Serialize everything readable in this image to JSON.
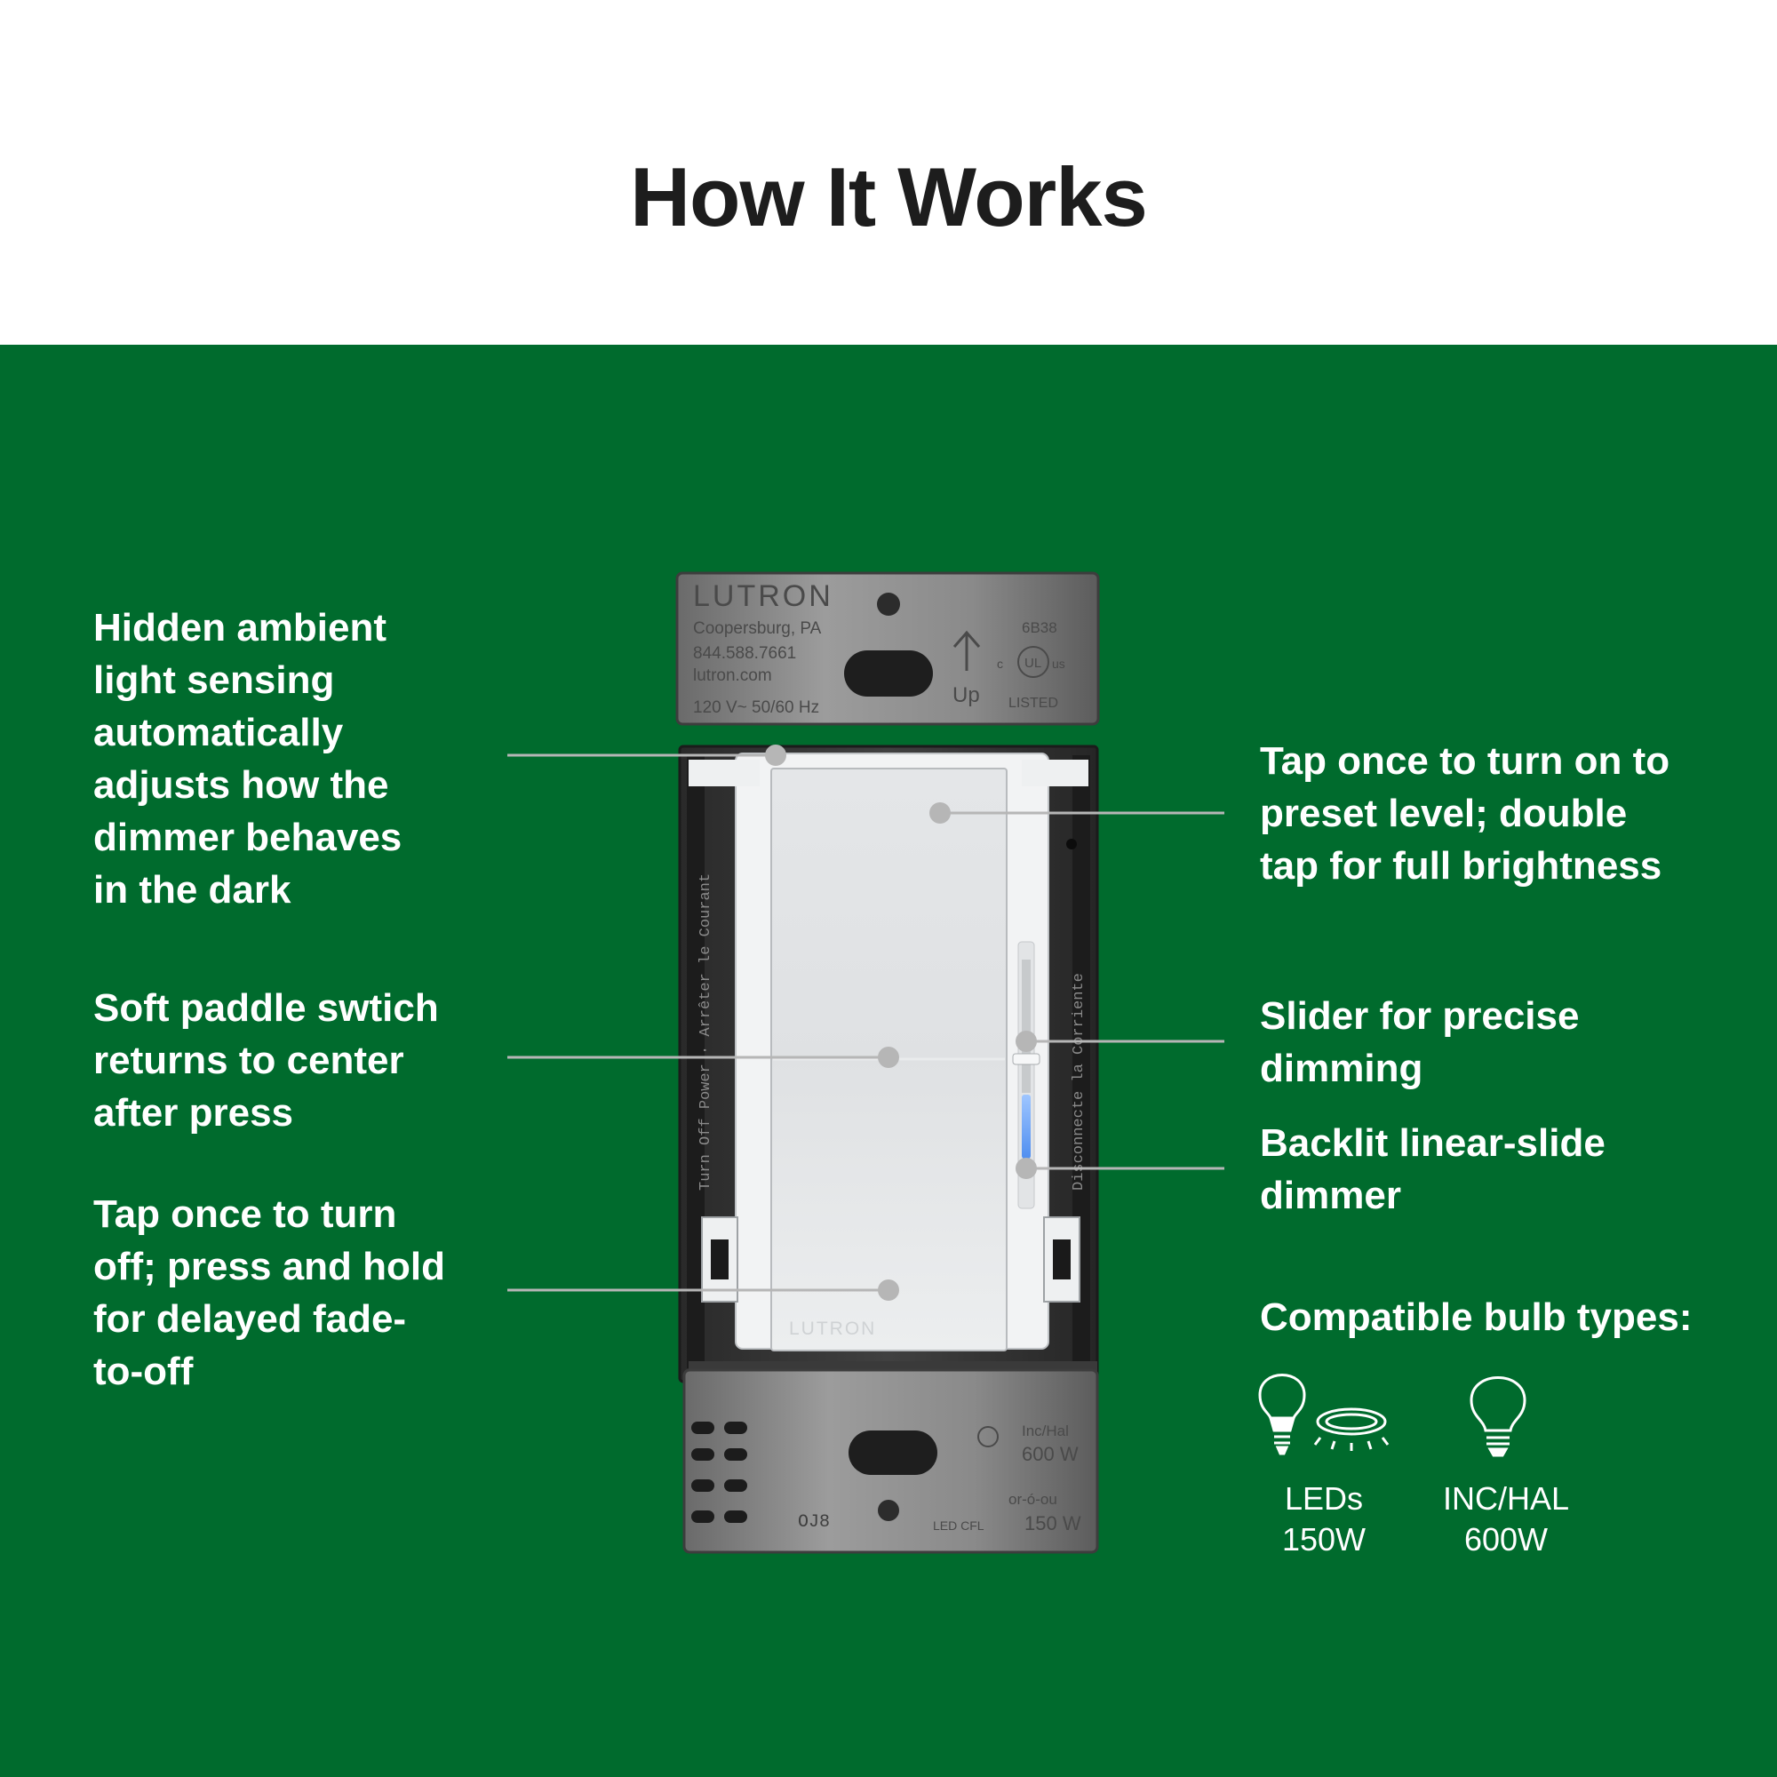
{
  "page": {
    "title": "How It Works"
  },
  "colors": {
    "panel_green": "#006b2d",
    "leader_gray": "#b6b6b6",
    "text_white": "#ffffff"
  },
  "callouts_left": [
    {
      "id": "ambient",
      "lines": [
        "Hidden ambient",
        "light sensing",
        "automatically",
        "adjusts how the",
        "dimmer behaves",
        "in the dark"
      ]
    },
    {
      "id": "paddle",
      "lines": [
        "Soft paddle swtich",
        "returns to center",
        "after press"
      ]
    },
    {
      "id": "tap-off",
      "lines": [
        "Tap once to turn",
        "off; press and hold",
        "for delayed fade-",
        "to-off"
      ]
    }
  ],
  "callouts_right": [
    {
      "id": "tap-on",
      "lines": [
        "Tap once to turn on to",
        "preset level; double",
        "tap for full brightness"
      ]
    },
    {
      "id": "slider",
      "lines": [
        "Slider for precise",
        "dimming"
      ]
    },
    {
      "id": "backlit",
      "lines": [
        "Backlit linear-slide",
        "dimmer"
      ]
    }
  ],
  "compatible": {
    "heading": "Compatible bulb types:",
    "bulbs": [
      {
        "icon": "led-bulb-icon",
        "type": "LEDs",
        "watts": "150W"
      },
      {
        "icon": "incandescent-bulb-icon",
        "type": "INC/HAL",
        "watts": "600W"
      }
    ]
  },
  "device": {
    "brand": "LUTRON",
    "maker_city": "Coopersburg, PA",
    "phone": "844.588.7661",
    "website": "lutron.com",
    "rating": "120 V~ 50/60 Hz",
    "model_code": "6B38",
    "up_label": "Up",
    "listed_label": "LISTED",
    "ul_label": "UL",
    "ul_c": "c",
    "ul_us": "us",
    "side_text_left": "Turn Off Power · Arrêter le Courant",
    "side_text_right": "Disconnecte la Corriente",
    "paddle_brand": "LUTRON",
    "inc_label": "Inc/Hal",
    "inc_watts": "600 W",
    "cfl_label": "or-ó-ou",
    "cfl_watts": "150 W",
    "led_cfl_label": "LED CFL",
    "code_bottom": "OJ8"
  }
}
